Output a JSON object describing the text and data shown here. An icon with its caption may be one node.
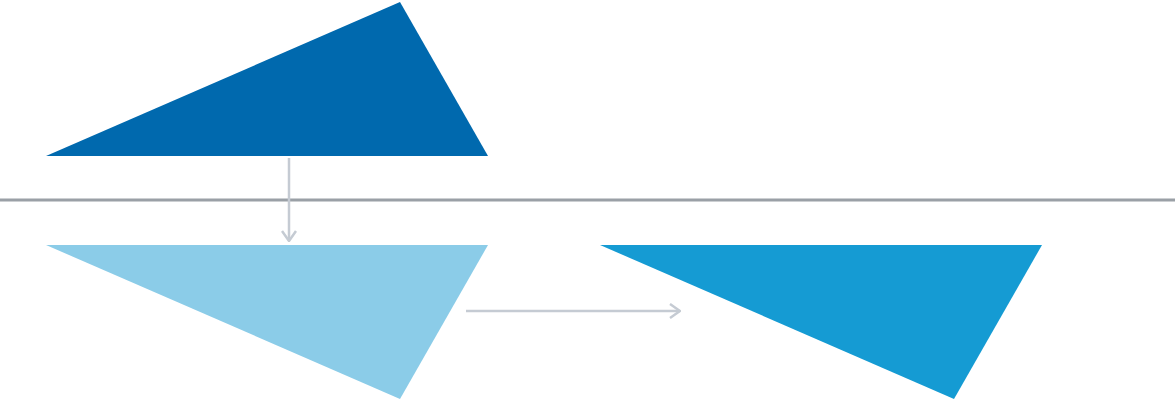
{
  "diagram": {
    "nodes": [
      {
        "text": [],
        "shape": "triangle"
      },
      {
        "text": [],
        "shape": "triangle"
      },
      {
        "text": [],
        "shape": "triangle"
      }
    ],
    "edges": [
      {
        "from": 0,
        "to": 1,
        "arrow": "to"
      },
      {
        "from": 1,
        "to": 2,
        "arrow": "to"
      }
    ]
  }
}
